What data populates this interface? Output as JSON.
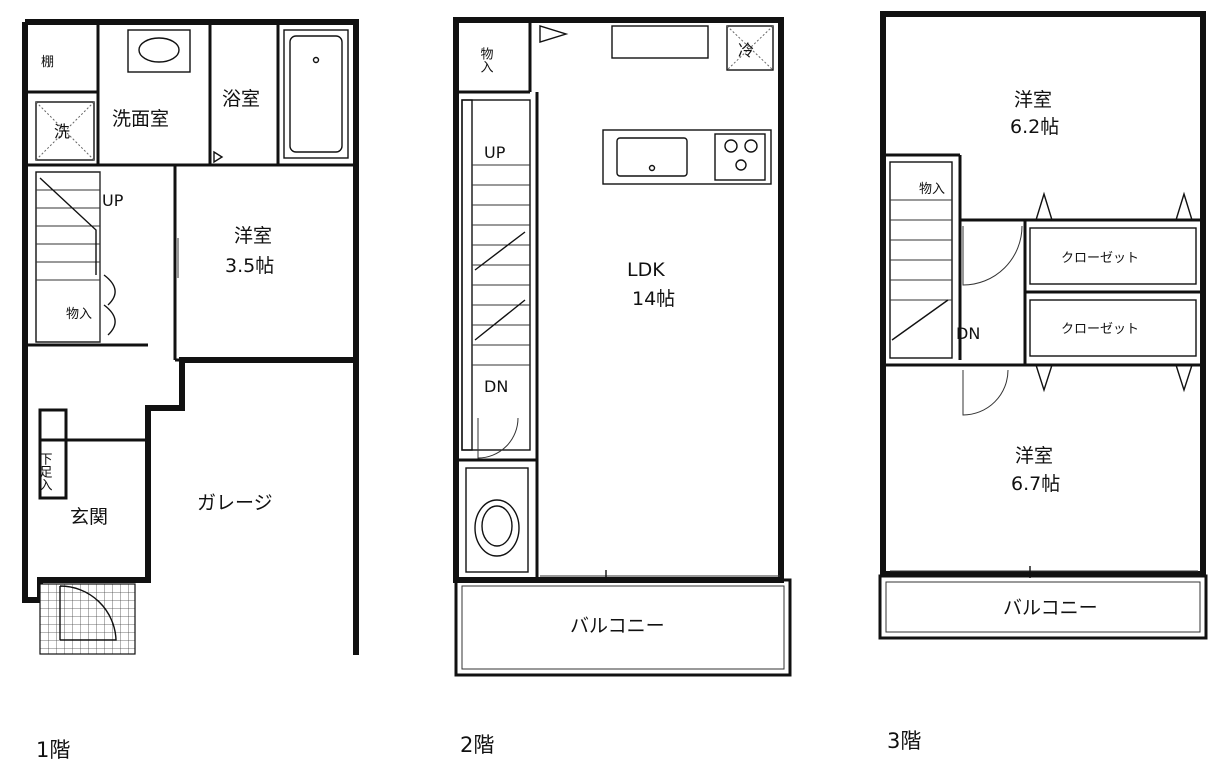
{
  "floors": [
    {
      "name": "1階",
      "rooms": {
        "shelf": "棚",
        "laundry": "洗",
        "washroom": "洗面室",
        "bath": "浴室",
        "up": "UP",
        "closet": "物入",
        "bedroom_name": "洋室",
        "bedroom_size": "3.5帖",
        "shoe_storage": "下足入",
        "entrance": "玄関",
        "garage": "ガレージ"
      }
    },
    {
      "name": "2階",
      "rooms": {
        "closet": "物入",
        "fridge": "冷",
        "up": "UP",
        "dn": "DN",
        "ldk_name": "LDK",
        "ldk_size": "14帖",
        "balcony": "バルコニー"
      }
    },
    {
      "name": "3階",
      "rooms": {
        "bedroom1_name": "洋室",
        "bedroom1_size": "6.2帖",
        "closet_small": "物入",
        "closet1": "クローゼット",
        "closet2": "クローゼット",
        "dn": "DN",
        "bedroom2_name": "洋室",
        "bedroom2_size": "6.7帖",
        "balcony": "バルコニー"
      }
    }
  ]
}
